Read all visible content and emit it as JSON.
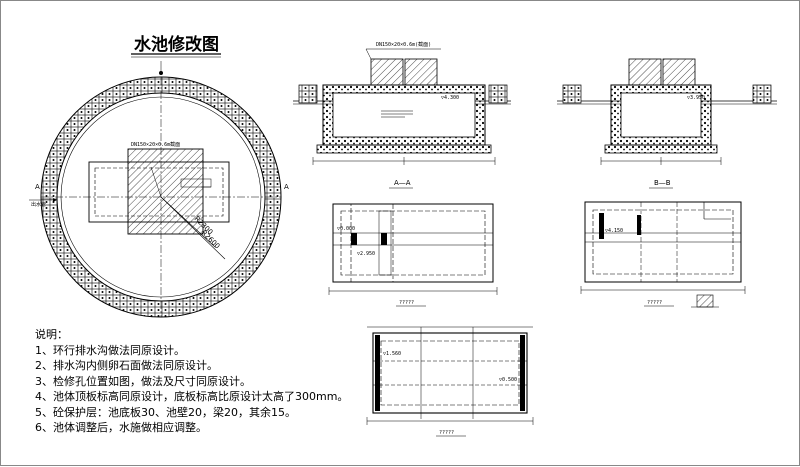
{
  "drawing": {
    "title": "水池修改图",
    "pipe_label_top": "DN150×20×0.6m(截面)",
    "pipe_label_circle": "DN150×20×0.6m截面",
    "radius_inner": "R2300",
    "radius_outer": "R2600",
    "section_marker_left": "A",
    "section_marker_right": "A",
    "flow_label": "出水管",
    "section_aa_label": "A—A",
    "section_bb_label": "B—B",
    "plan_label_mid": "?????",
    "plan_label_right": "?????",
    "plan_label_bottom": "?????",
    "dim_labels": [
      "▽4.300",
      "▽3.950",
      "▽0.000",
      "▽2.950",
      "▽4.150",
      "▽1.560",
      "▽0.500"
    ]
  },
  "notes": {
    "heading": "说明：",
    "items": [
      "1、环行排水沟做法同原设计。",
      "2、排水沟内侧卵石面做法同原设计。",
      "3、检修孔位置如图，做法及尺寸同原设计。",
      "4、池体顶板标高同原设计，底板标高比原设计太高了300mm。",
      "5、砼保护层：池底板30、池壁20，梁20，其余15。",
      "6、池体调整后，水施做相应调整。"
    ]
  },
  "colors": {
    "line": "#000000",
    "paper": "#ffffff",
    "frame": "#888888"
  }
}
